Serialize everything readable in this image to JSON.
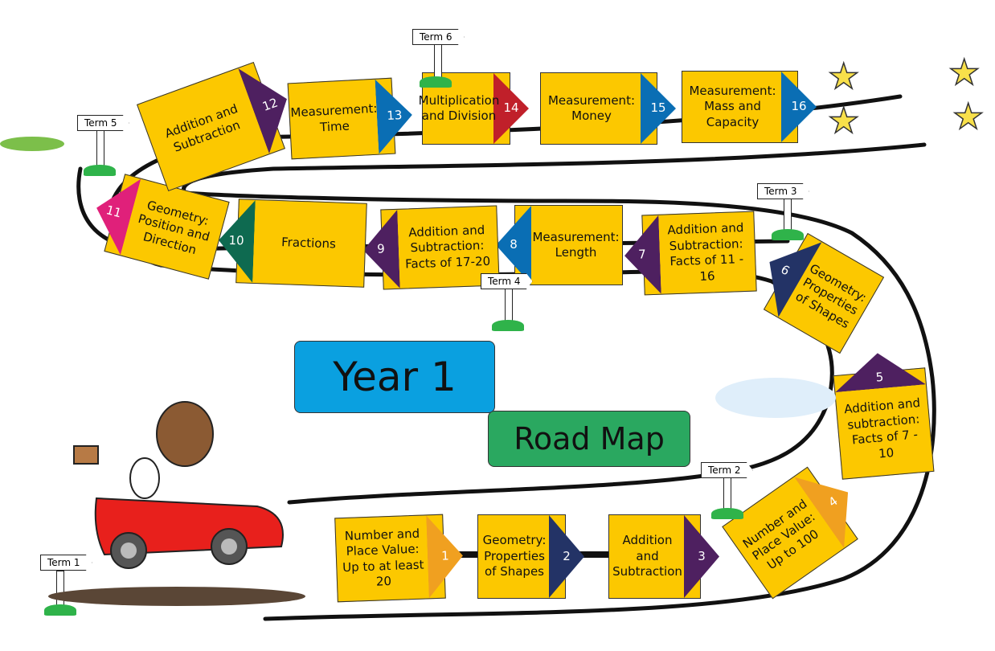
{
  "title": "Year 1",
  "subtitle": "Road Map",
  "terms": [
    "Term 1",
    "Term 2",
    "Term 3",
    "Term 4",
    "Term 5",
    "Term 6"
  ],
  "steps": [
    {
      "n": "1",
      "label": "Number and Place Value: Up to at least 20",
      "color": "#f0a020"
    },
    {
      "n": "2",
      "label": "Geometry: Properties of Shapes",
      "color": "#233366"
    },
    {
      "n": "3",
      "label": "Addition and Subtraction",
      "color": "#4e2060"
    },
    {
      "n": "4",
      "label": "Number and Place Value: Up to 100",
      "color": "#f0a020"
    },
    {
      "n": "5",
      "label": "Addition and subtraction: Facts of 7 - 10",
      "color": "#4e2060"
    },
    {
      "n": "6",
      "label": "Geometry: Properties of Shapes",
      "color": "#233366"
    },
    {
      "n": "7",
      "label": "Addition and Subtraction: Facts of 11 - 16",
      "color": "#4e2060"
    },
    {
      "n": "8",
      "label": "Measurement: Length",
      "color": "#0a6eb4"
    },
    {
      "n": "9",
      "label": "Addition and Subtraction: Facts of 17-20",
      "color": "#4e2060"
    },
    {
      "n": "10",
      "label": "Fractions",
      "color": "#0e6a50"
    },
    {
      "n": "11",
      "label": "Geometry: Position and Direction",
      "color": "#e0207a"
    },
    {
      "n": "12",
      "label": "Addition and Subtraction",
      "color": "#4e2060"
    },
    {
      "n": "13",
      "label": "Measurement: Time",
      "color": "#0a6eb4"
    },
    {
      "n": "14",
      "label": "Multiplication and Division",
      "color": "#c0202a"
    },
    {
      "n": "15",
      "label": "Measurement: Money",
      "color": "#0a6eb4"
    },
    {
      "n": "16",
      "label": "Measurement: Mass and Capacity",
      "color": "#0a6eb4"
    }
  ],
  "colors": {
    "card": "#fcc800",
    "year": "#0aa0e0",
    "roadmap": "#2aa860"
  }
}
